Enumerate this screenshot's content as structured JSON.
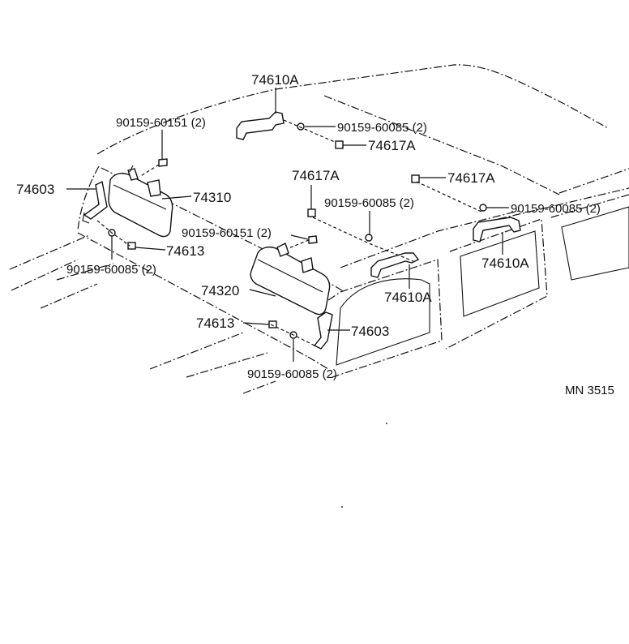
{
  "labels": {
    "grip_top": "74610A",
    "screw_top_left": "90159-60151 (2)",
    "screw_top_right": "90159-60085 (2)",
    "clip_top": "74617A",
    "holder_left": "74603",
    "visor_left": "74310",
    "clip_mid": "74617A",
    "screw_mid": "90159-60085 (2)",
    "clip_right": "74617A",
    "screw_right": "90159-60085 (2)",
    "screw_visor_mid": "90159-60151 (2)",
    "grip_right": "74610A",
    "holder_clip_left": "74613",
    "screw_left_lower": "90159-60085 (2)",
    "visor_right": "74320",
    "grip_mid": "74610A",
    "holder_clip_right": "74613",
    "holder_right": "74603",
    "screw_bottom": "90159-60085 (2)",
    "diagram_code": "MN 3515"
  }
}
